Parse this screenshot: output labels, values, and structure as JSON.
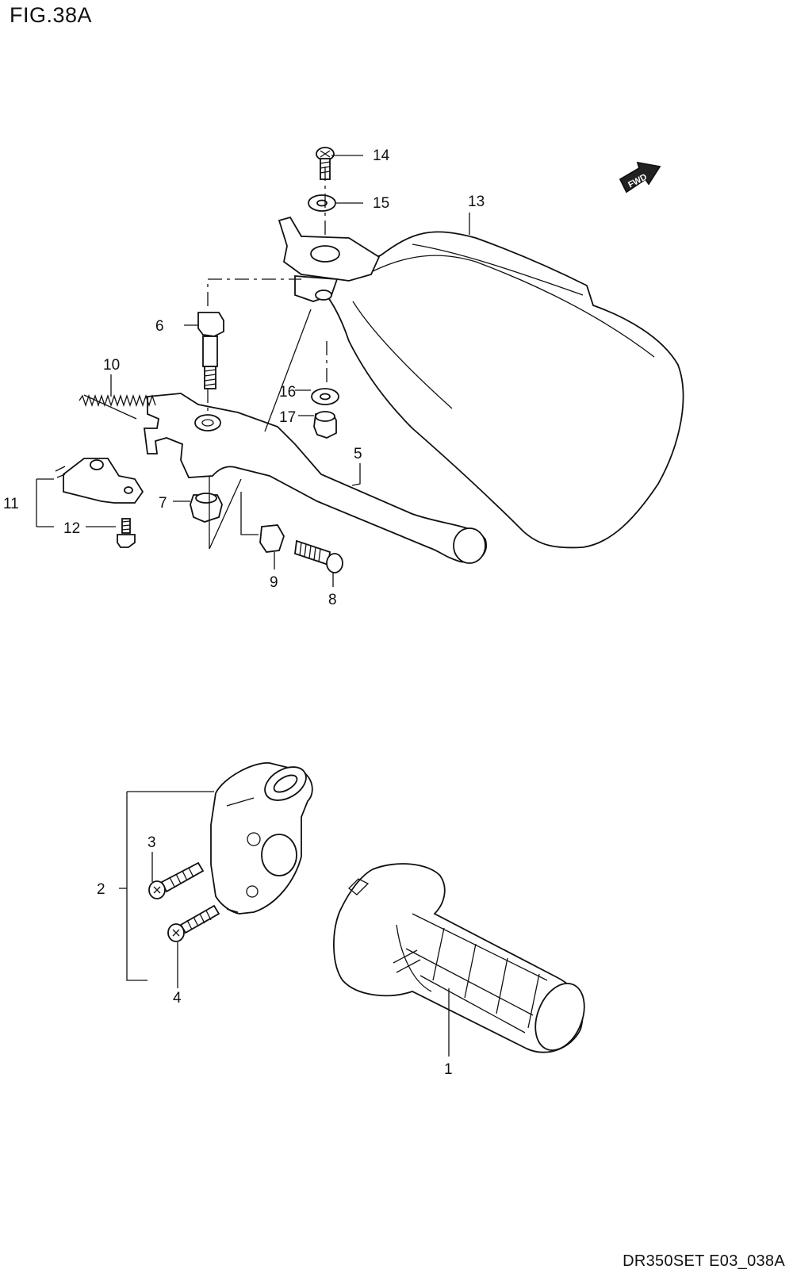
{
  "figure": {
    "title": "FIG.38A",
    "code": "DR350SET E03_038A",
    "direction_badge": "FWD"
  },
  "parts": [
    {
      "number": "1"
    },
    {
      "number": "2"
    },
    {
      "number": "3"
    },
    {
      "number": "4"
    },
    {
      "number": "5"
    },
    {
      "number": "6"
    },
    {
      "number": "7"
    },
    {
      "number": "8"
    },
    {
      "number": "9"
    },
    {
      "number": "10"
    },
    {
      "number": "11"
    },
    {
      "number": "12"
    },
    {
      "number": "13"
    },
    {
      "number": "14"
    },
    {
      "number": "15"
    },
    {
      "number": "16"
    },
    {
      "number": "17"
    }
  ]
}
